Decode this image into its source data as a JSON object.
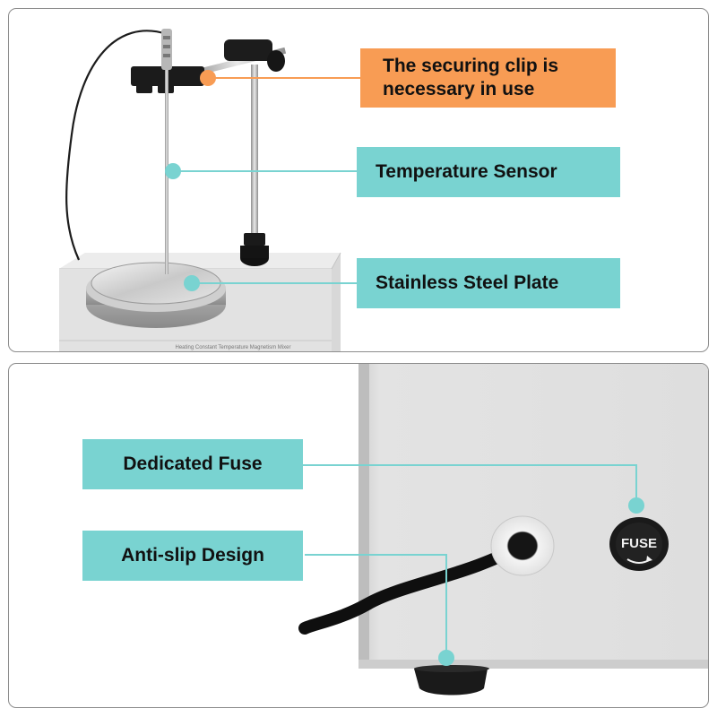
{
  "panels": [
    {
      "callouts": [
        {
          "text": "The securing clip is",
          "text2": "necessary in use",
          "color": "#f89c54"
        },
        {
          "text": "Temperature Sensor",
          "color": "#79d3d1"
        },
        {
          "text": "Stainless Steel Plate",
          "color": "#79d3d1"
        }
      ],
      "device_label": "Heating Constant Temperature Magnetism Mixer"
    },
    {
      "callouts": [
        {
          "text": "Dedicated Fuse",
          "color": "#79d3d1"
        },
        {
          "text": "Anti-slip Design",
          "color": "#79d3d1"
        }
      ],
      "fuse_label": "FUSE"
    }
  ],
  "colors": {
    "accent_teal": "#79d3d1",
    "accent_orange": "#f89c54",
    "panel_border": "#8c8c8c"
  }
}
